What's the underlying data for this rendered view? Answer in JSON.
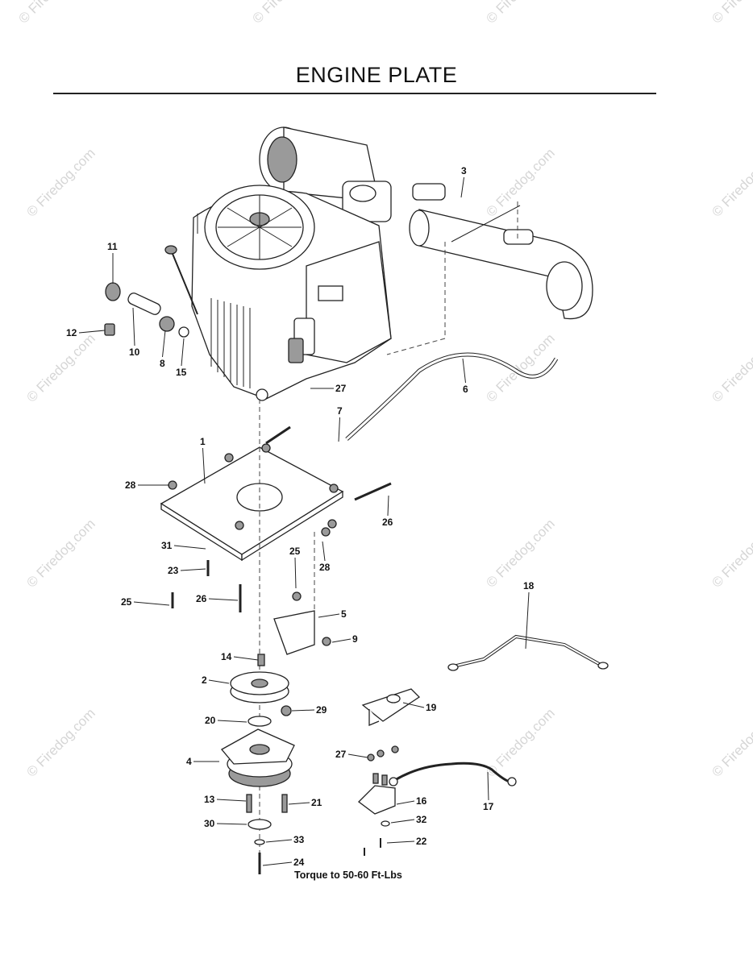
{
  "page": {
    "title": "ENGINE PLATE"
  },
  "watermark": {
    "text": "© Firedog.com"
  },
  "note": {
    "torque": "Torque to 50-60 Ft-Lbs"
  },
  "callouts": [
    "1",
    "2",
    "3",
    "4",
    "5",
    "6",
    "7",
    "8",
    "9",
    "10",
    "11",
    "12",
    "13",
    "14",
    "15",
    "16",
    "17",
    "18",
    "19",
    "20",
    "21",
    "22",
    "23",
    "24",
    "25",
    "26",
    "27",
    "28",
    "29",
    "30",
    "31",
    "32",
    "33"
  ],
  "callout_positions": [
    {
      "label": "11"
    },
    {
      "label": "12"
    },
    {
      "label": "10"
    },
    {
      "label": "8"
    },
    {
      "label": "15"
    },
    {
      "label": "3"
    },
    {
      "label": "6"
    },
    {
      "label": "27"
    },
    {
      "label": "7"
    },
    {
      "label": "1"
    },
    {
      "label": "28"
    },
    {
      "label": "26"
    },
    {
      "label": "31"
    },
    {
      "label": "23"
    },
    {
      "label": "25"
    },
    {
      "label": "26"
    },
    {
      "label": "25"
    },
    {
      "label": "28"
    },
    {
      "label": "5"
    },
    {
      "label": "9"
    },
    {
      "label": "14"
    },
    {
      "label": "2"
    },
    {
      "label": "29"
    },
    {
      "label": "20"
    },
    {
      "label": "4"
    },
    {
      "label": "13"
    },
    {
      "label": "21"
    },
    {
      "label": "30"
    },
    {
      "label": "33"
    },
    {
      "label": "24"
    },
    {
      "label": "18"
    },
    {
      "label": "19"
    },
    {
      "label": "27"
    },
    {
      "label": "16"
    },
    {
      "label": "17"
    },
    {
      "label": "32"
    },
    {
      "label": "22"
    }
  ]
}
